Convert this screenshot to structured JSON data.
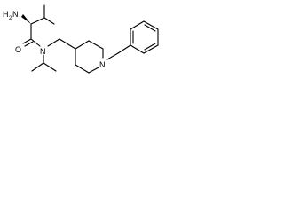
{
  "structure": {
    "atom_labels": {
      "amine_main": "H",
      "amine_subscript": "2",
      "amine_n": "N",
      "carbonyl_oxygen": "O",
      "amide_nitrogen": "N",
      "piperidine_nitrogen": "N"
    },
    "line_color": "#000000",
    "background_color": "#ffffff"
  }
}
